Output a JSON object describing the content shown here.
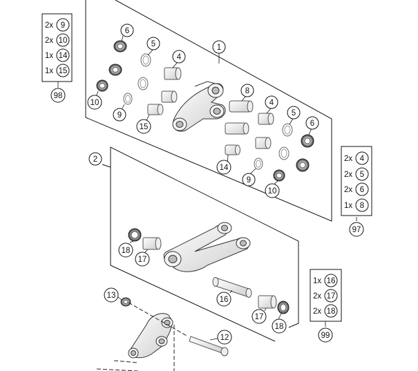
{
  "callouts": {
    "c1": "1",
    "c2": "2",
    "c4a": "4",
    "c4b": "4",
    "c5a": "5",
    "c5b": "5",
    "c6a": "6",
    "c6b": "6",
    "c8": "8",
    "c9a": "9",
    "c9b": "9",
    "c10a": "10",
    "c10b": "10",
    "c12": "12",
    "c13": "13",
    "c14": "14",
    "c15": "15",
    "c16": "16",
    "c17a": "17",
    "c17b": "17",
    "c18a": "18",
    "c18b": "18"
  },
  "kits": {
    "kit98": {
      "number": "98",
      "rows": [
        {
          "qty": "2x",
          "part": "9"
        },
        {
          "qty": "2x",
          "part": "10"
        },
        {
          "qty": "1x",
          "part": "14"
        },
        {
          "qty": "1x",
          "part": "15"
        }
      ]
    },
    "kit97": {
      "number": "97",
      "rows": [
        {
          "qty": "2x",
          "part": "4"
        },
        {
          "qty": "2x",
          "part": "5"
        },
        {
          "qty": "2x",
          "part": "6"
        },
        {
          "qty": "1x",
          "part": "8"
        }
      ]
    },
    "kit99": {
      "number": "99",
      "rows": [
        {
          "qty": "1x",
          "part": "16"
        },
        {
          "qty": "2x",
          "part": "17"
        },
        {
          "qty": "2x",
          "part": "18"
        }
      ]
    }
  }
}
